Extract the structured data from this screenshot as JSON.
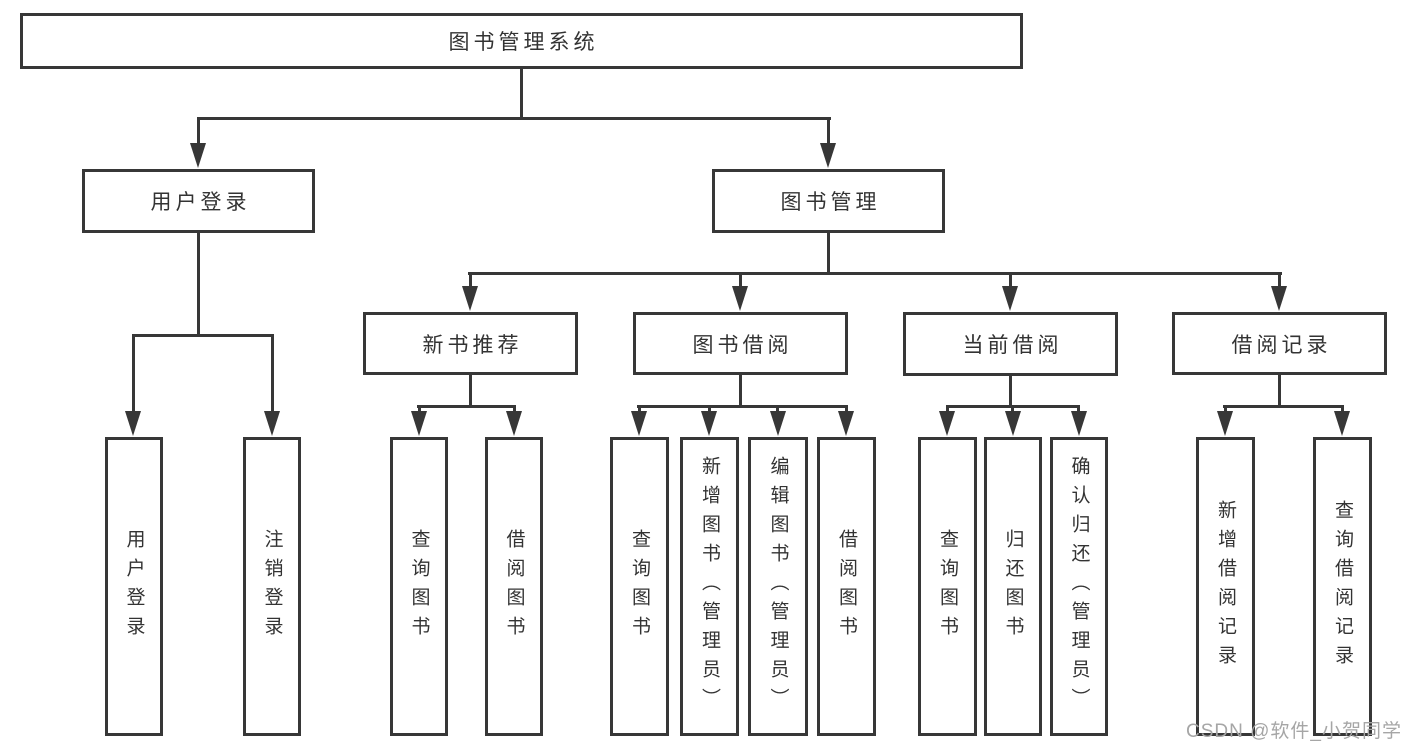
{
  "diagram": {
    "watermark": "CSDN @软件_小贺同学",
    "colors": {
      "line": "#373737",
      "text": "#333333",
      "watermark": "#a6a6a6",
      "background": "#ffffff"
    },
    "tree": {
      "label": "图书管理系统",
      "children": [
        {
          "label": "用户登录",
          "children": [
            {
              "label": "用户登录"
            },
            {
              "label": "注销登录"
            }
          ]
        },
        {
          "label": "图书管理",
          "children": [
            {
              "label": "新书推荐",
              "children": [
                {
                  "label": "查询图书"
                },
                {
                  "label": "借阅图书"
                }
              ]
            },
            {
              "label": "图书借阅",
              "children": [
                {
                  "label": "查询图书"
                },
                {
                  "label": "新增图书（管理员）"
                },
                {
                  "label": "编辑图书（管理员）"
                },
                {
                  "label": "借阅图书"
                }
              ]
            },
            {
              "label": "当前借阅",
              "children": [
                {
                  "label": "查询图书"
                },
                {
                  "label": "归还图书"
                },
                {
                  "label": "确认归还（管理员）"
                }
              ]
            },
            {
              "label": "借阅记录",
              "children": [
                {
                  "label": "新增借阅记录"
                },
                {
                  "label": "查询借阅记录"
                }
              ]
            }
          ]
        }
      ]
    }
  }
}
